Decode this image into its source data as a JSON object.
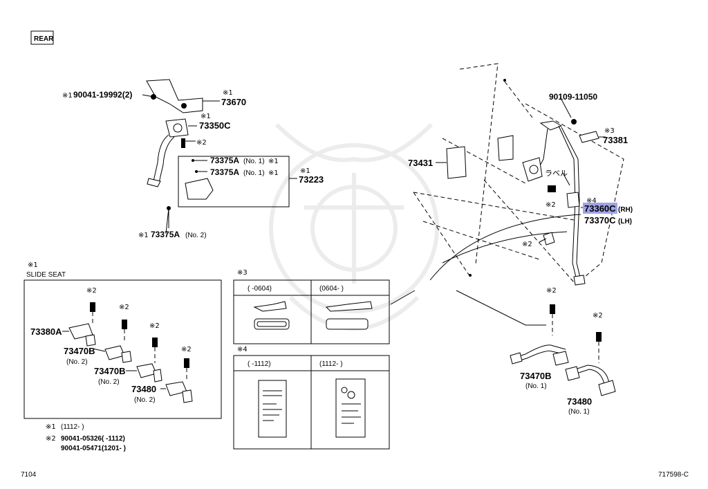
{
  "tag_rear": "REAR",
  "footer": {
    "left": "7104",
    "right": "717598-C"
  },
  "labels": {
    "p90041_19992": "90041-19992(2)",
    "p73670": "73670",
    "p73350c": "73350C",
    "p73375a_1a": "73375A",
    "p73375a_1b": "73375A",
    "no1": "(No. 1)",
    "p73223": "73223",
    "p73375a_2": "73375A",
    "no2": "(No. 2)",
    "p73431": "73431",
    "p90109_11050": "90109-11050",
    "p73381": "73381",
    "label_jp": "ラベル",
    "p73360c": "73360C",
    "rh": "(RH)",
    "p73370c": "73370C",
    "lh": "(LH)",
    "p73470b_right": "73470B",
    "p73480_right": "73480",
    "slide_seat": "SLIDE SEAT",
    "p73380a": "73380A",
    "p73470b_a": "73470B",
    "p73470b_b": "73470B",
    "p73480_left": "73480",
    "m1": "※1",
    "m2": "※2",
    "m3": "※3",
    "m4": "※4"
  },
  "table3": {
    "col1": "(   -0604)",
    "col2": "(0604-    )"
  },
  "table4": {
    "col1": "(   -1112)",
    "col2": "(1112-    )"
  },
  "legend": {
    "l1_mark": "※1",
    "l1_text": "(1112-     )",
    "l2_mark": "※2",
    "l2_text_a": "90041-05326(     -1112)",
    "l2_text_b": "90041-05471(1201-     )"
  }
}
